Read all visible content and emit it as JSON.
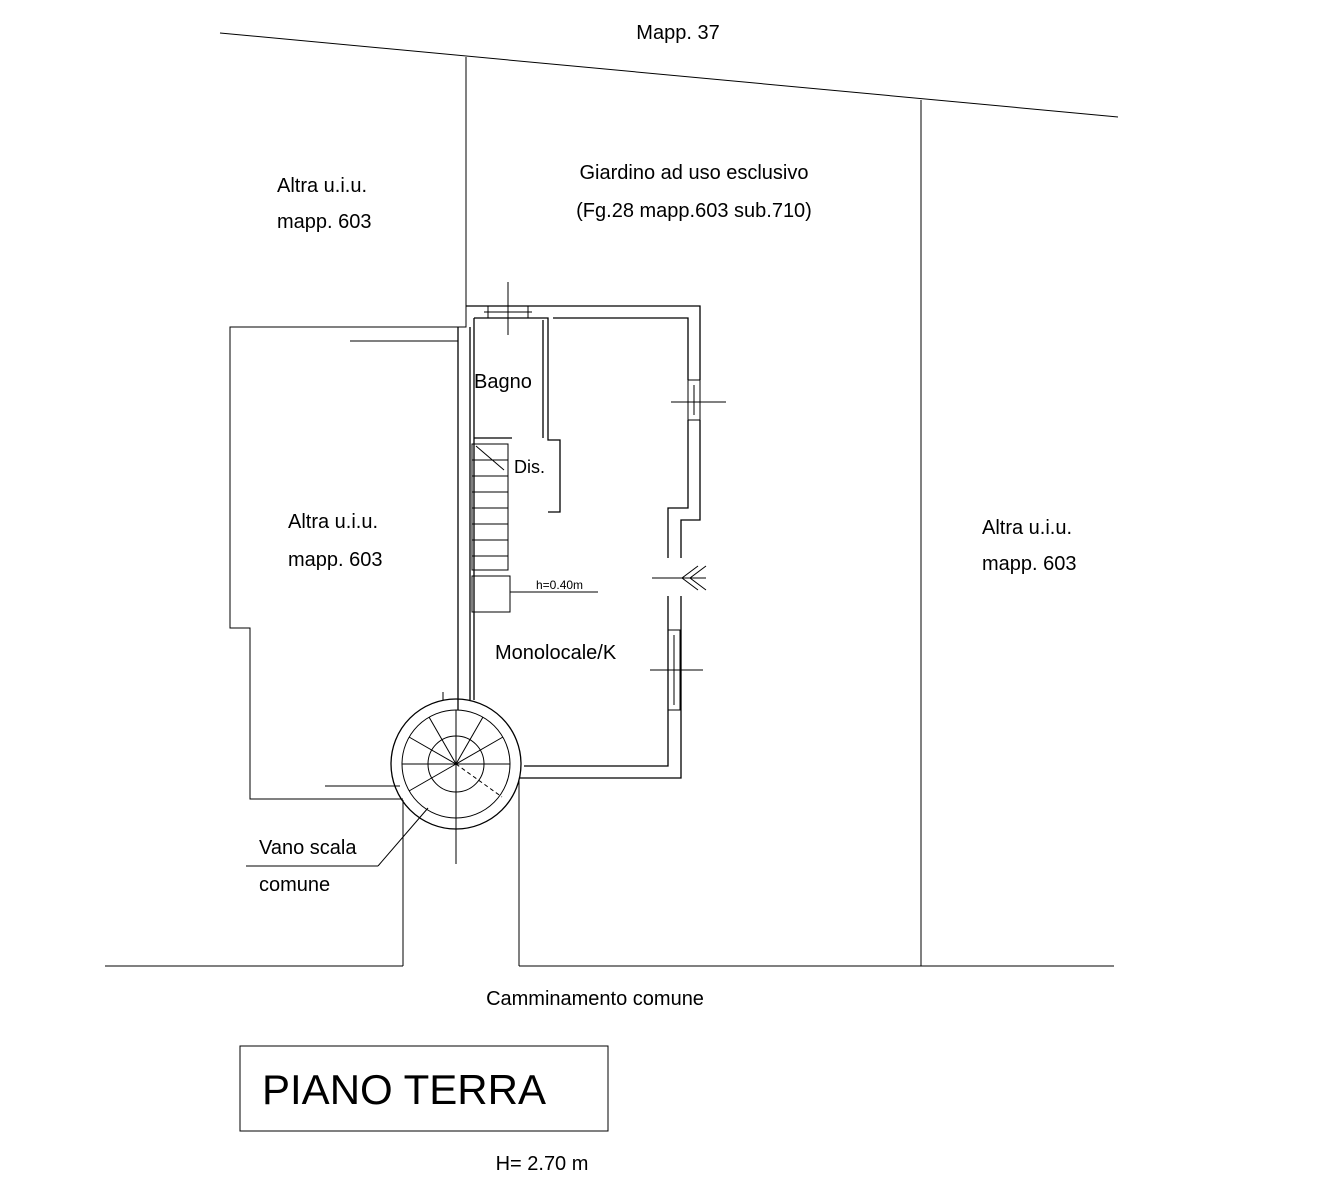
{
  "plan": {
    "north_boundary_label": "Mapp. 37",
    "garden_label_line1": "Giardino ad uso esclusivo",
    "garden_label_line2": "(Fg.28 mapp.603 sub.710)",
    "neighbor_top_left_line1": "Altra u.i.u.",
    "neighbor_top_left_line2": "mapp. 603",
    "neighbor_left_line1": "Altra u.i.u.",
    "neighbor_left_line2": "mapp. 603",
    "neighbor_right_line1": "Altra u.i.u.",
    "neighbor_right_line2": "mapp. 603",
    "room_bath": "Bagno",
    "room_hall": "Dis.",
    "room_main": "Monolocale/K",
    "step_height": "h=0.40m",
    "stair_label_line1": "Vano scala",
    "stair_label_line2": "comune",
    "walkway_label": "Camminamento comune"
  },
  "title_block": {
    "title": "PIANO TERRA",
    "height_note": "H= 2.70 m"
  }
}
